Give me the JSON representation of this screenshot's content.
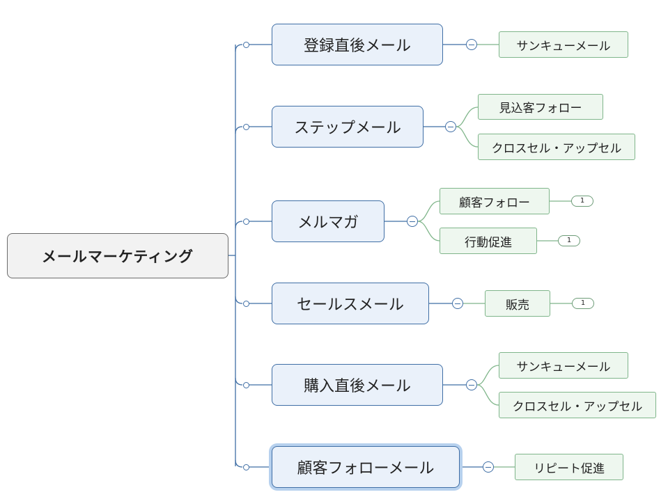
{
  "root": {
    "label": "メールマーケティング"
  },
  "branches": [
    {
      "label": "登録直後メール",
      "children": [
        {
          "label": "サンキューメール"
        }
      ]
    },
    {
      "label": "ステップメール",
      "children": [
        {
          "label": "見込客フォロー"
        },
        {
          "label": "クロスセル・アップセル"
        }
      ]
    },
    {
      "label": "メルマガ",
      "children": [
        {
          "label": "顧客フォロー",
          "badge": "1"
        },
        {
          "label": "行動促進",
          "badge": "1"
        }
      ]
    },
    {
      "label": "セールスメール",
      "children": [
        {
          "label": "販売",
          "badge": "1"
        }
      ]
    },
    {
      "label": "購入直後メール",
      "children": [
        {
          "label": "サンキューメール"
        },
        {
          "label": "クロスセル・アップセル"
        }
      ]
    },
    {
      "label": "顧客フォローメール",
      "selected": true,
      "children": [
        {
          "label": "リピート促進"
        }
      ]
    }
  ],
  "colors": {
    "main_line": "#3f6ea5",
    "leaf_line": "#7fb58a",
    "main_fill": "#eaf1fa",
    "leaf_fill": "#eef7ef",
    "root_fill": "#f2f2f2"
  }
}
